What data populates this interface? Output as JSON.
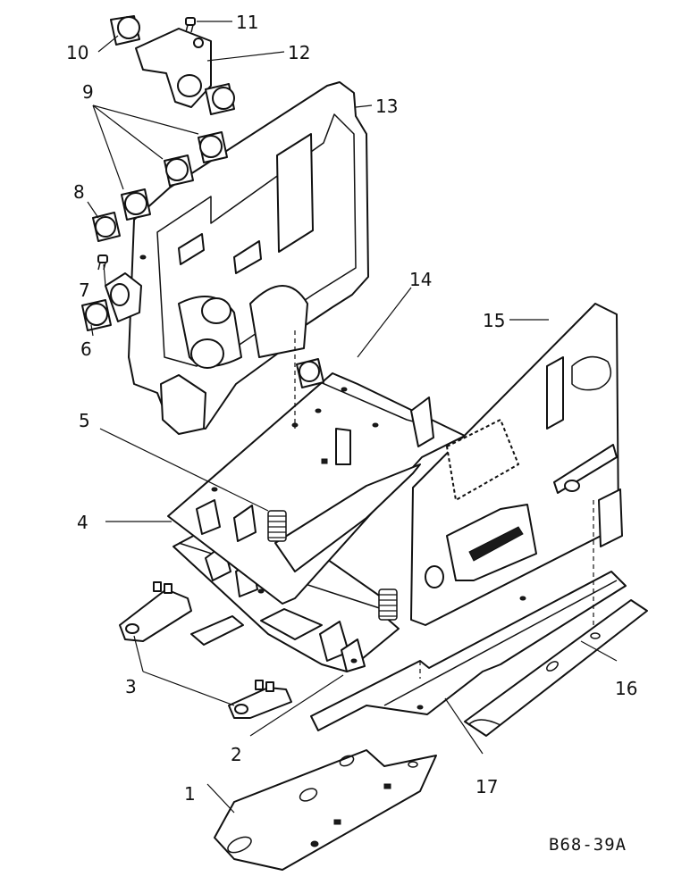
{
  "callouts": [
    {
      "id": "1",
      "label": "1"
    },
    {
      "id": "2",
      "label": "2"
    },
    {
      "id": "3",
      "label": "3"
    },
    {
      "id": "4",
      "label": "4"
    },
    {
      "id": "5",
      "label": "5"
    },
    {
      "id": "6",
      "label": "6"
    },
    {
      "id": "7",
      "label": "7"
    },
    {
      "id": "8",
      "label": "8"
    },
    {
      "id": "9",
      "label": "9"
    },
    {
      "id": "10",
      "label": "10"
    },
    {
      "id": "11",
      "label": "11"
    },
    {
      "id": "12",
      "label": "12"
    },
    {
      "id": "13",
      "label": "13"
    },
    {
      "id": "14",
      "label": "14"
    },
    {
      "id": "15",
      "label": "15"
    },
    {
      "id": "16",
      "label": "16"
    },
    {
      "id": "17",
      "label": "17"
    }
  ],
  "reference_code": "B68-39A"
}
